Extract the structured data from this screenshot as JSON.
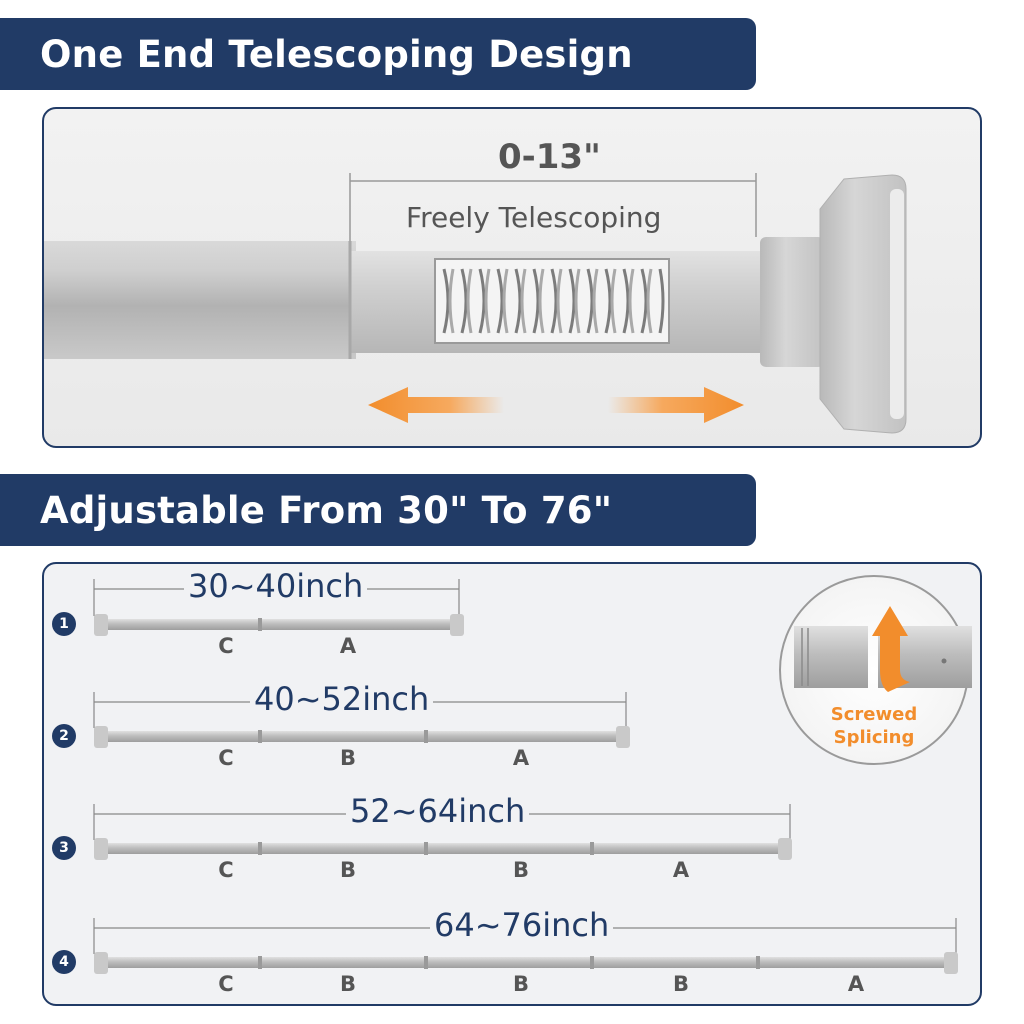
{
  "section1": {
    "title": "One End Telescoping Design",
    "measurement": "0-13\"",
    "caption": "Freely Telescoping"
  },
  "section2": {
    "title": "Adjustable From 30\" To 76\"",
    "configs": [
      {
        "number": "1",
        "range": "30~40inch",
        "segments": [
          "C",
          "A"
        ]
      },
      {
        "number": "2",
        "range": "40~52inch",
        "segments": [
          "C",
          "B",
          "A"
        ]
      },
      {
        "number": "3",
        "range": "52~64inch",
        "segments": [
          "C",
          "B",
          "B",
          "A"
        ]
      },
      {
        "number": "4",
        "range": "64~76inch",
        "segments": [
          "C",
          "B",
          "B",
          "B",
          "A"
        ]
      }
    ],
    "callout": {
      "line1": "Screwed",
      "line2": "Splicing"
    }
  },
  "colors": {
    "navy": "#213b66",
    "orange": "#f28d2c",
    "silver": "#c8c8c8"
  },
  "icons": [
    "arrow-left-icon",
    "arrow-right-icon",
    "number-badge-icon"
  ]
}
